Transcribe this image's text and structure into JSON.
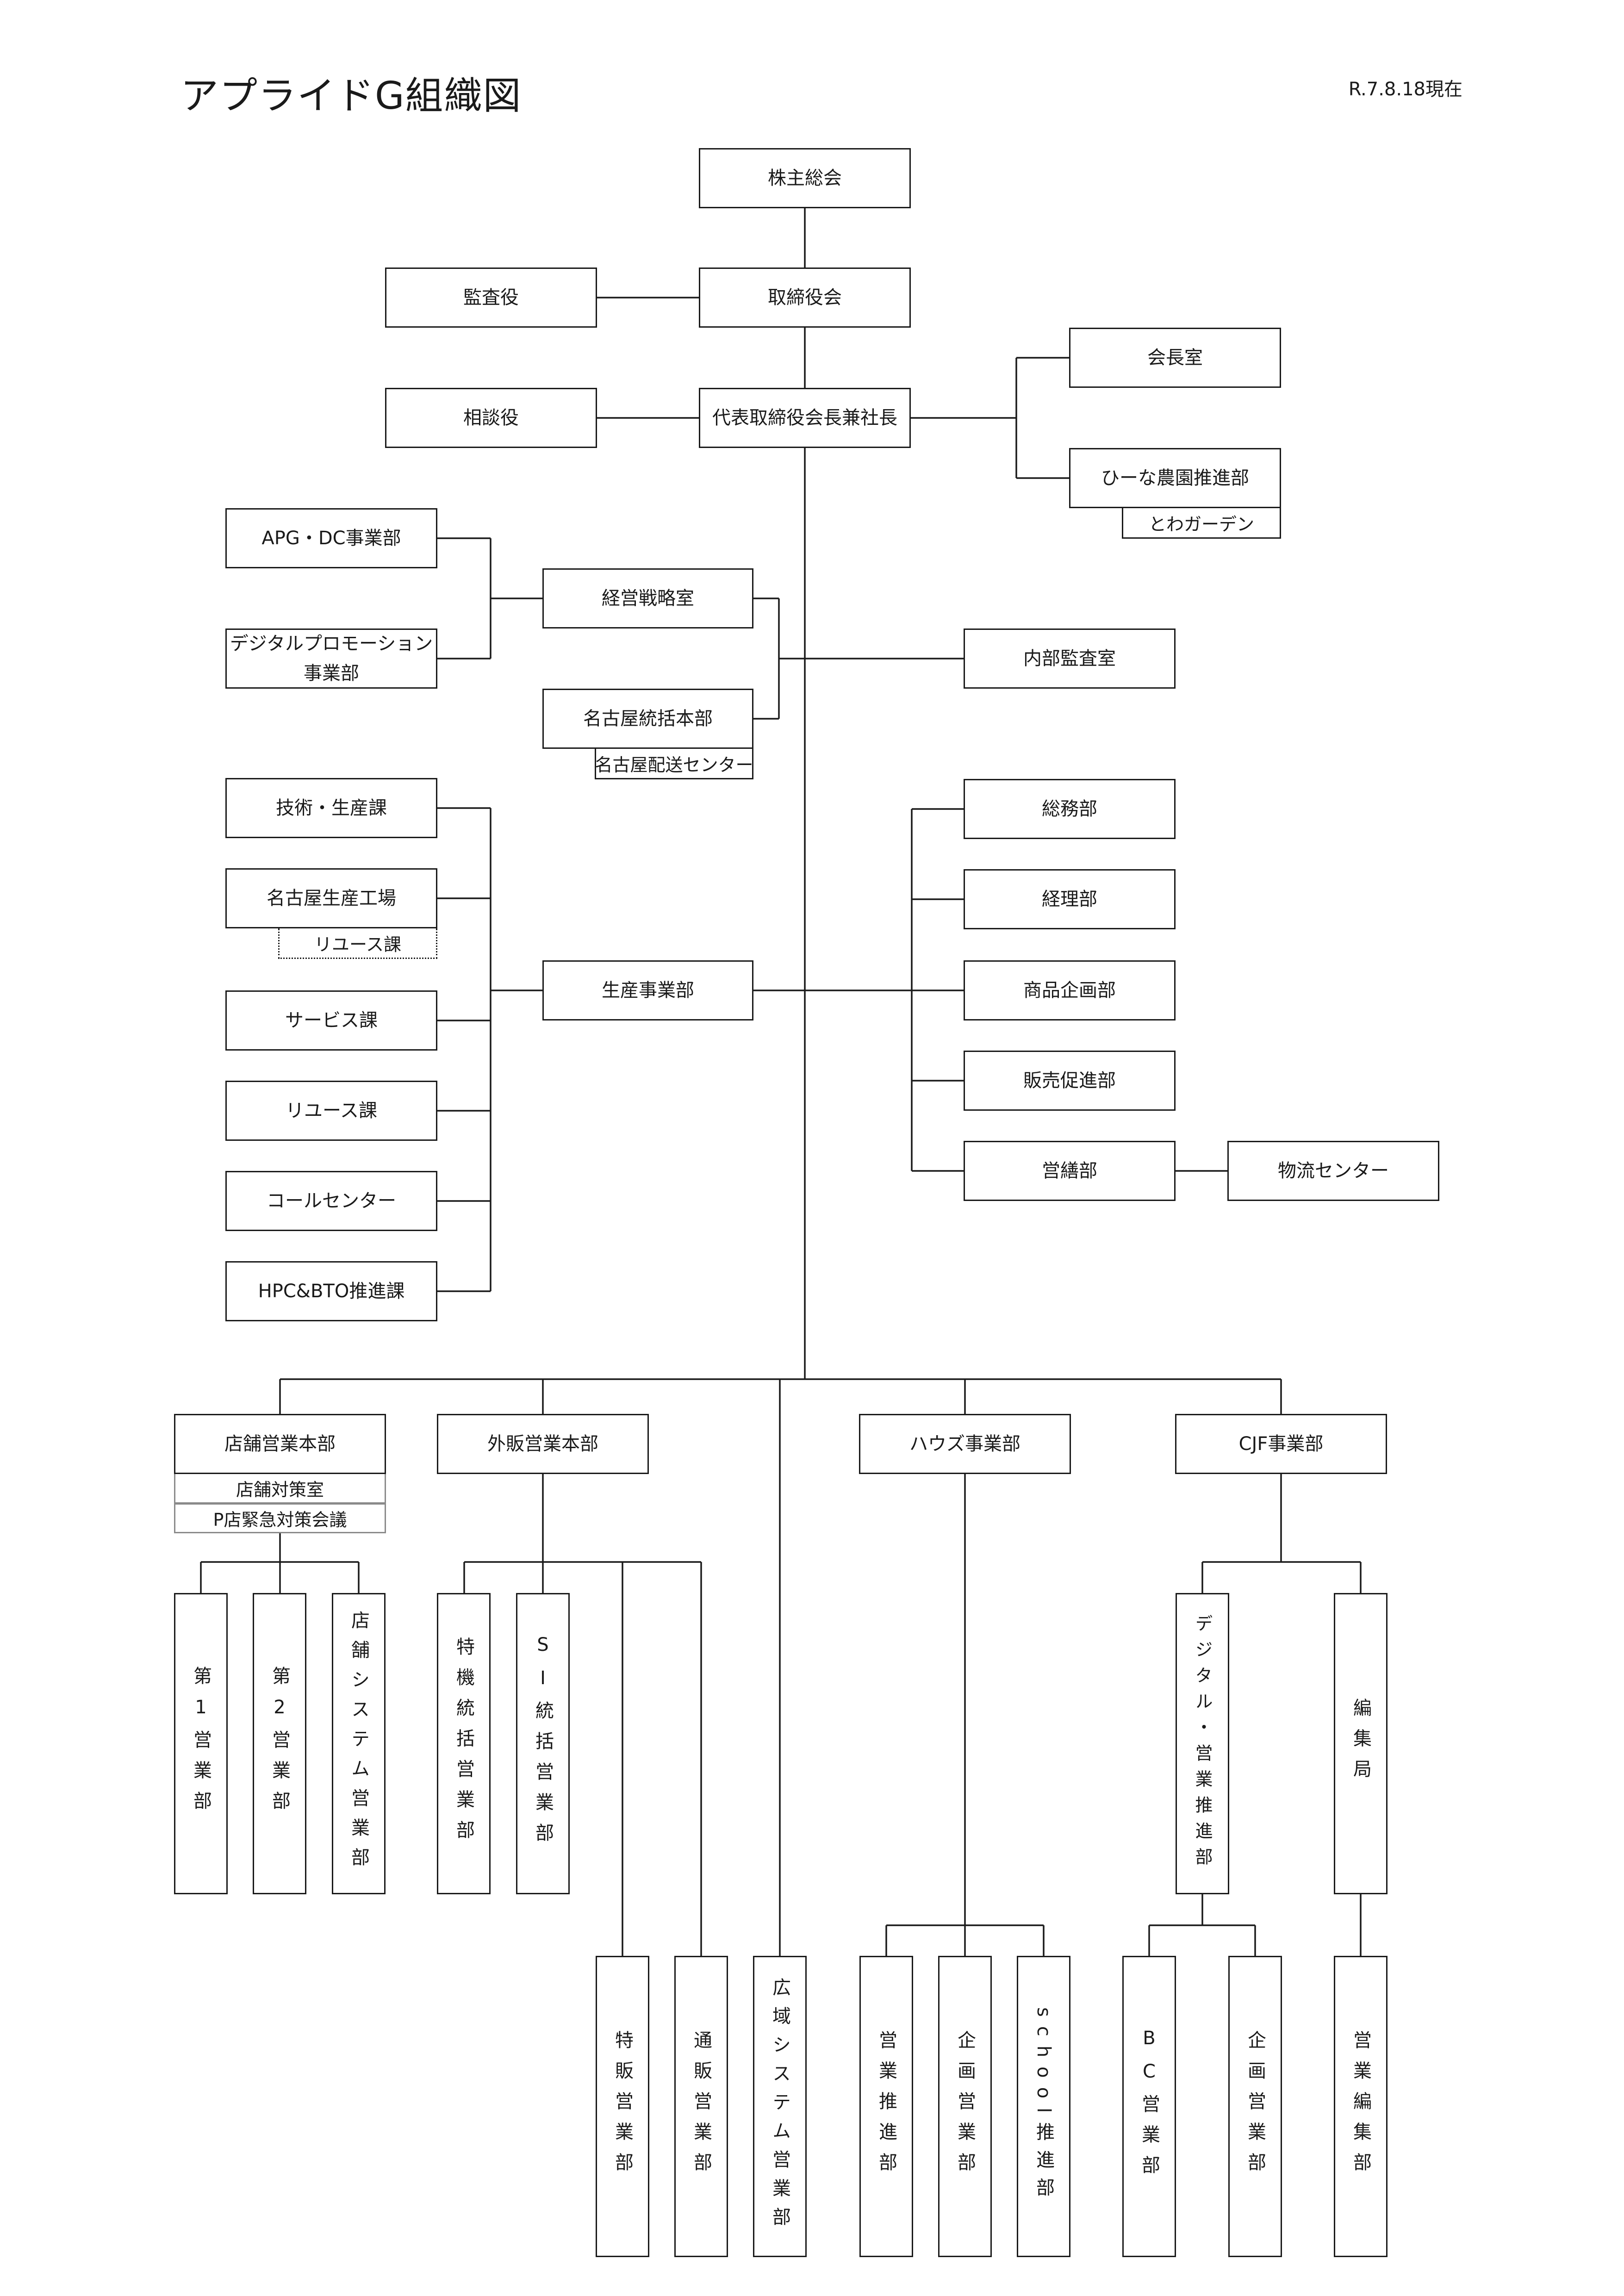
{
  "title": "アプライドG組織図",
  "date": "R.7.8.18現在",
  "nodes": {
    "shareholders": "株主総会",
    "board": "取締役会",
    "auditor": "監査役",
    "advisor": "相談役",
    "ceo": "代表取締役会長兼社長",
    "chairman_office": "会長室",
    "hina_farm": "ひーな農園推進部",
    "towa_garden": "とわガーデン",
    "apg_dc": "APG・DC事業部",
    "digital_promo": "デジタルプロモーション\n事業部",
    "strategy": "経営戦略室",
    "nagoya_hq": "名古屋統括本部",
    "nagoya_delivery": "名古屋配送センター",
    "internal_audit": "内部監査室",
    "tech_production": "技術・生産課",
    "nagoya_factory": "名古屋生産工場",
    "reuse_sub": "リユース課",
    "service": "サービス課",
    "reuse": "リユース課",
    "call_center": "コールセンター",
    "hpc_bto": "HPC&BTO推進課",
    "production_div": "生産事業部",
    "general_affairs": "総務部",
    "accounting": "経理部",
    "product_planning": "商品企画部",
    "sales_promotion": "販売促進部",
    "facilities": "営繕部",
    "logistics": "物流センター",
    "store_sales_hq": "店舗営業本部",
    "store_policy": "店舗対策室",
    "p_store_emergency": "P店緊急対策会議",
    "external_sales_hq": "外販営業本部",
    "house_div": "ハウズ事業部",
    "cjf_div": "CJF事業部"
  },
  "vertical_nodes": {
    "sales1": "第1営業部",
    "sales2": "第2営業部",
    "store_system": "店舗システム営業部",
    "special_machine": "特機統括営業部",
    "si": "SI統括営業部",
    "special_sales": "特販営業部",
    "mail_order": "通販営業部",
    "wide_area": "広域システム営業部",
    "sales_promo_house": "営業推進部",
    "planning_sales_house": "企画営業部",
    "school_promo": "school推進部",
    "digital_sales_promo": "デジタル・営業推進部",
    "editorial": "編集局",
    "bc_sales": "BC営業部",
    "planning_sales_cjf": "企画営業部",
    "sales_editorial": "営業編集部"
  }
}
